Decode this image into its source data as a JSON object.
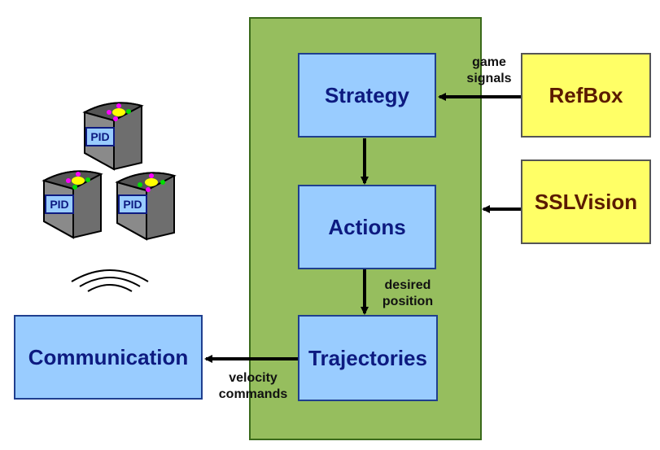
{
  "colors": {
    "container": "#96be5e",
    "module_fill": "#99ccff",
    "module_text": "#0d1a80",
    "external_fill": "#ffff66",
    "external_text": "#5a1a00",
    "arrow": "#000000"
  },
  "modules": {
    "strategy": "Strategy",
    "actions": "Actions",
    "trajectories": "Trajectories",
    "communication": "Communication"
  },
  "externals": {
    "refbox": "RefBox",
    "sslvision": "SSLVision"
  },
  "labels": {
    "game_signals_1": "game",
    "game_signals_2": "signals",
    "desired_position_1": "desired",
    "desired_position_2": "position",
    "velocity_commands_1": "velocity",
    "velocity_commands_2": "commands"
  },
  "robots": {
    "pid_label": "PID",
    "count": 3
  },
  "icons": {
    "robot": "robot-icon",
    "wireless": "wireless-signal-icon"
  }
}
